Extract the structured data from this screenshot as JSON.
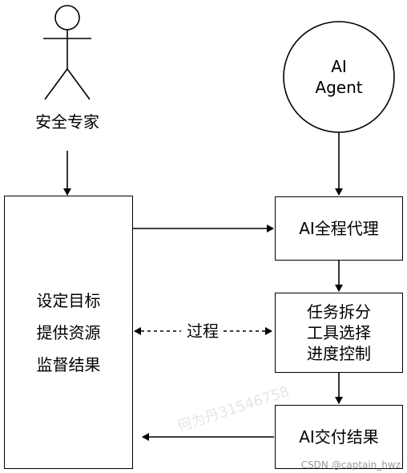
{
  "actors": {
    "human": {
      "label": "安全专家"
    },
    "ai": {
      "line1": "AI",
      "line2": "Agent"
    }
  },
  "left_box": {
    "lines": [
      "设定目标",
      "提供资源",
      "监督结果"
    ]
  },
  "boxes": {
    "proxy": "AI全程代理",
    "tasks": [
      "任务拆分",
      "工具选择",
      "进度控制"
    ],
    "deliver": "AI交付结果"
  },
  "edge_labels": {
    "process": "过程"
  },
  "watermark": {
    "text": "何为丹31546758"
  },
  "footer": {
    "text": "CSDN @captain_hwz"
  }
}
